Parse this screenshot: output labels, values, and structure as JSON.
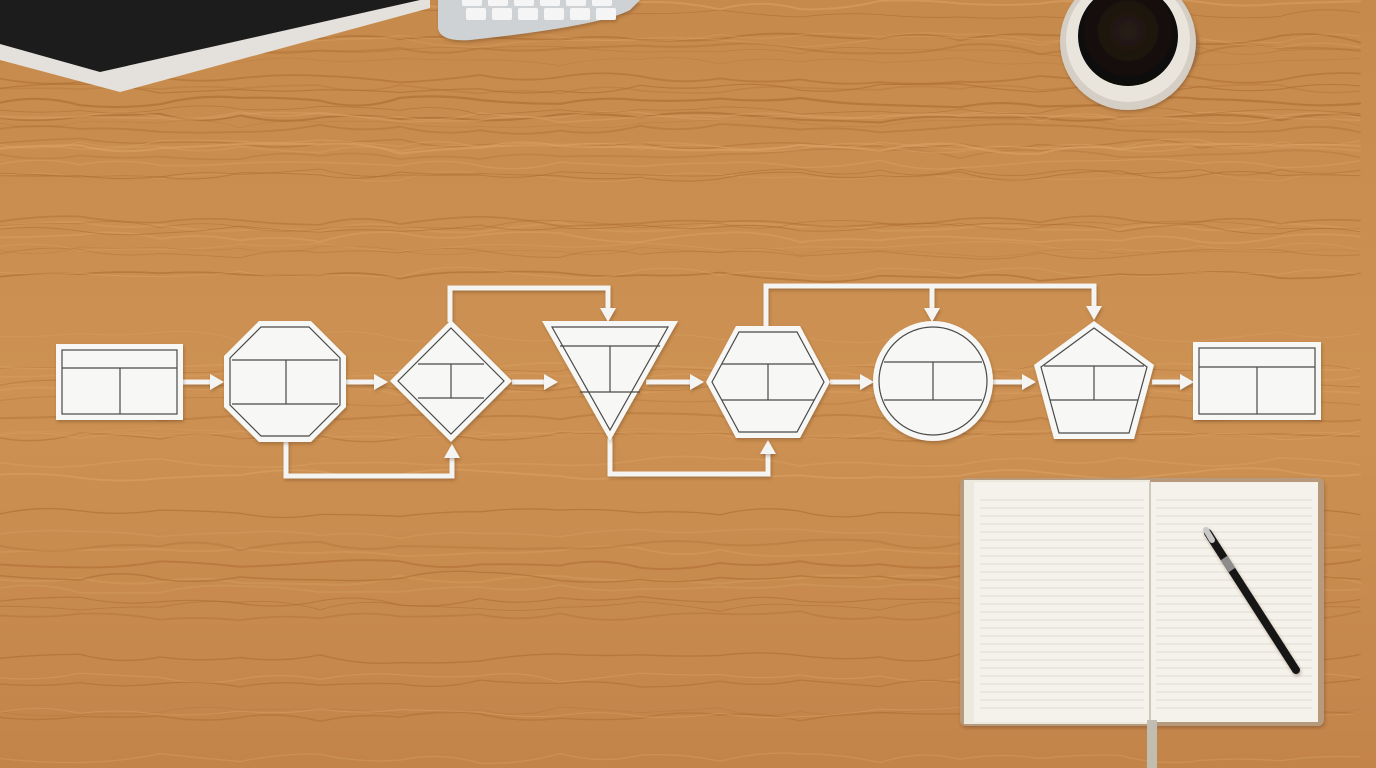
{
  "scene": {
    "kind": "photo",
    "surface": "wooden-desk",
    "colors": {
      "wood": "#c98d4f",
      "wood_dark": "#a8672f",
      "wood_light": "#dca468",
      "paper": "#f7f7f5",
      "ink": "#4a4a4a",
      "arrow": "#f4f4f2",
      "coffee": "#1a1411",
      "mug": "#d9d3ca",
      "keyboard": "#d6d8db",
      "monitor": "#1e1e1e",
      "notebook_page": "#f3f1ea",
      "pen": "#151515"
    },
    "objects": {
      "monitor": "monitor-corner",
      "keyboard": "keyboard",
      "mug": "coffee-mug",
      "notebook": "open-notebook",
      "pen": "pen"
    },
    "flowchart": {
      "shape_sequence": [
        "rectangle",
        "octagon",
        "diamond",
        "inverted-triangle",
        "hexagon",
        "circle",
        "pentagon",
        "rectangle"
      ],
      "shape_count": 8,
      "forward_arrow_count": 7,
      "loop_connectors": 4
    }
  }
}
